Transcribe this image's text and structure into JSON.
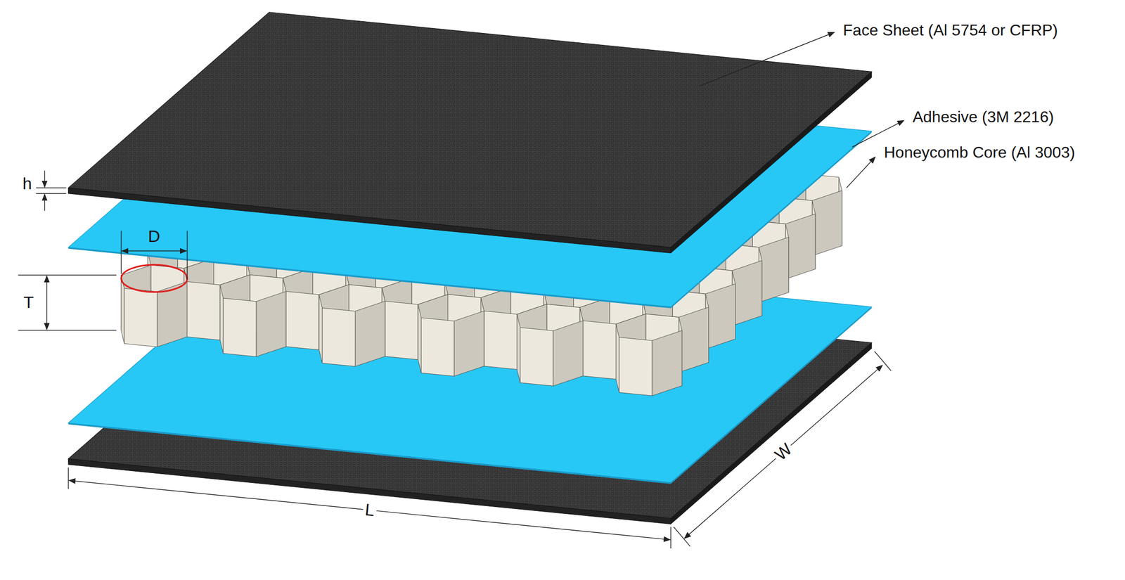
{
  "diagram": {
    "labels": [
      "Face Sheet (Al 5754 or CFRP)",
      "Adhesive (3M 2216)",
      "Honeycomb Core (Al 3003)",
      "h",
      "D",
      "T",
      "L",
      "W"
    ]
  }
}
